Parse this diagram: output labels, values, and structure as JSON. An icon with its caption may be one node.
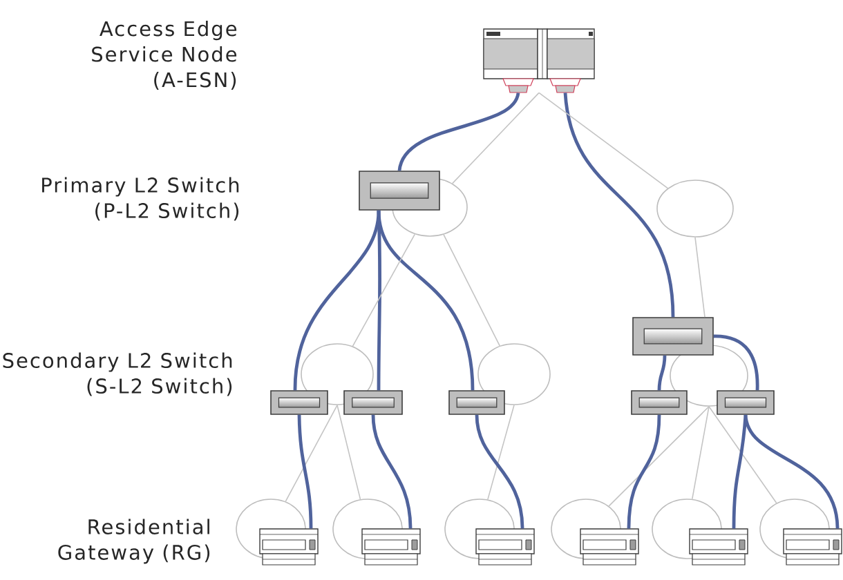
{
  "diagram": {
    "nodes": [
      {
        "text": [],
        "shape": "picture"
      },
      {
        "text": [],
        "shape": "box"
      },
      {
        "text": [],
        "shape": "circle"
      },
      {
        "text": [],
        "shape": "circle"
      },
      {
        "text": [],
        "shape": "box"
      },
      {
        "text": [],
        "shape": "circle"
      },
      {
        "text": [],
        "shape": "circle"
      },
      {
        "text": [],
        "shape": "circle"
      },
      {
        "text": [],
        "shape": "box"
      },
      {
        "text": [],
        "shape": "box"
      },
      {
        "text": [],
        "shape": "box"
      },
      {
        "text": [],
        "shape": "box"
      },
      {
        "text": [],
        "shape": "box"
      },
      {
        "text": [],
        "shape": "circle"
      },
      {
        "text": [],
        "shape": "circle"
      },
      {
        "text": [],
        "shape": "circle"
      },
      {
        "text": [],
        "shape": "circle"
      },
      {
        "text": [],
        "shape": "circle"
      },
      {
        "text": [],
        "shape": "circle"
      },
      {
        "text": [],
        "shape": "picture"
      },
      {
        "text": [],
        "shape": "picture"
      },
      {
        "text": [],
        "shape": "picture"
      },
      {
        "text": [],
        "shape": "picture"
      },
      {
        "text": [],
        "shape": "picture"
      },
      {
        "text": [],
        "shape": "picture"
      }
    ],
    "edges": [
      {
        "from": 0,
        "to": 1,
        "arrow": "none"
      },
      {
        "from": 0,
        "to": 4,
        "arrow": "none"
      },
      {
        "from": 0,
        "to": 2,
        "arrow": "none",
        "color": "#c4c4c4"
      },
      {
        "from": 0,
        "to": 3,
        "arrow": "none",
        "color": "#c4c4c4"
      },
      {
        "from": 1,
        "to": 8,
        "arrow": "none"
      },
      {
        "from": 1,
        "to": 9,
        "arrow": "none"
      },
      {
        "from": 1,
        "to": 10,
        "arrow": "none"
      },
      {
        "from": 2,
        "to": 5,
        "arrow": "none",
        "color": "#c4c4c4"
      },
      {
        "from": 2,
        "to": 6,
        "arrow": "none",
        "color": "#c4c4c4"
      },
      {
        "from": 3,
        "to": 4,
        "arrow": "none",
        "color": "#c4c4c4"
      },
      {
        "from": 4,
        "to": 11,
        "arrow": "none"
      },
      {
        "from": 4,
        "to": 12,
        "arrow": "none"
      },
      {
        "from": 5,
        "to": 13,
        "arrow": "none",
        "color": "#c4c4c4"
      },
      {
        "from": 5,
        "to": 14,
        "arrow": "none",
        "color": "#c4c4c4"
      },
      {
        "from": 6,
        "to": 15,
        "arrow": "none",
        "color": "#c4c4c4"
      },
      {
        "from": 7,
        "to": 16,
        "arrow": "none",
        "color": "#c4c4c4"
      },
      {
        "from": 7,
        "to": 17,
        "arrow": "none",
        "color": "#c4c4c4"
      },
      {
        "from": 7,
        "to": 18,
        "arrow": "none",
        "color": "#c4c4c4"
      },
      {
        "from": 8,
        "to": 19,
        "arrow": "none"
      },
      {
        "from": 9,
        "to": 20,
        "arrow": "none"
      },
      {
        "from": 10,
        "to": 21,
        "arrow": "none"
      },
      {
        "from": 11,
        "to": 22,
        "arrow": "none"
      },
      {
        "from": 12,
        "to": 23,
        "arrow": "none"
      },
      {
        "from": 12,
        "to": 24,
        "arrow": "none"
      }
    ],
    "labels": [
      "Access Edge Service Node (A-ESN)",
      "Primary L2 Switch (P-L2 Switch)",
      "Secondary L2 Switch (S-L2 Switch)",
      "Residential Gateway (RG)"
    ]
  }
}
